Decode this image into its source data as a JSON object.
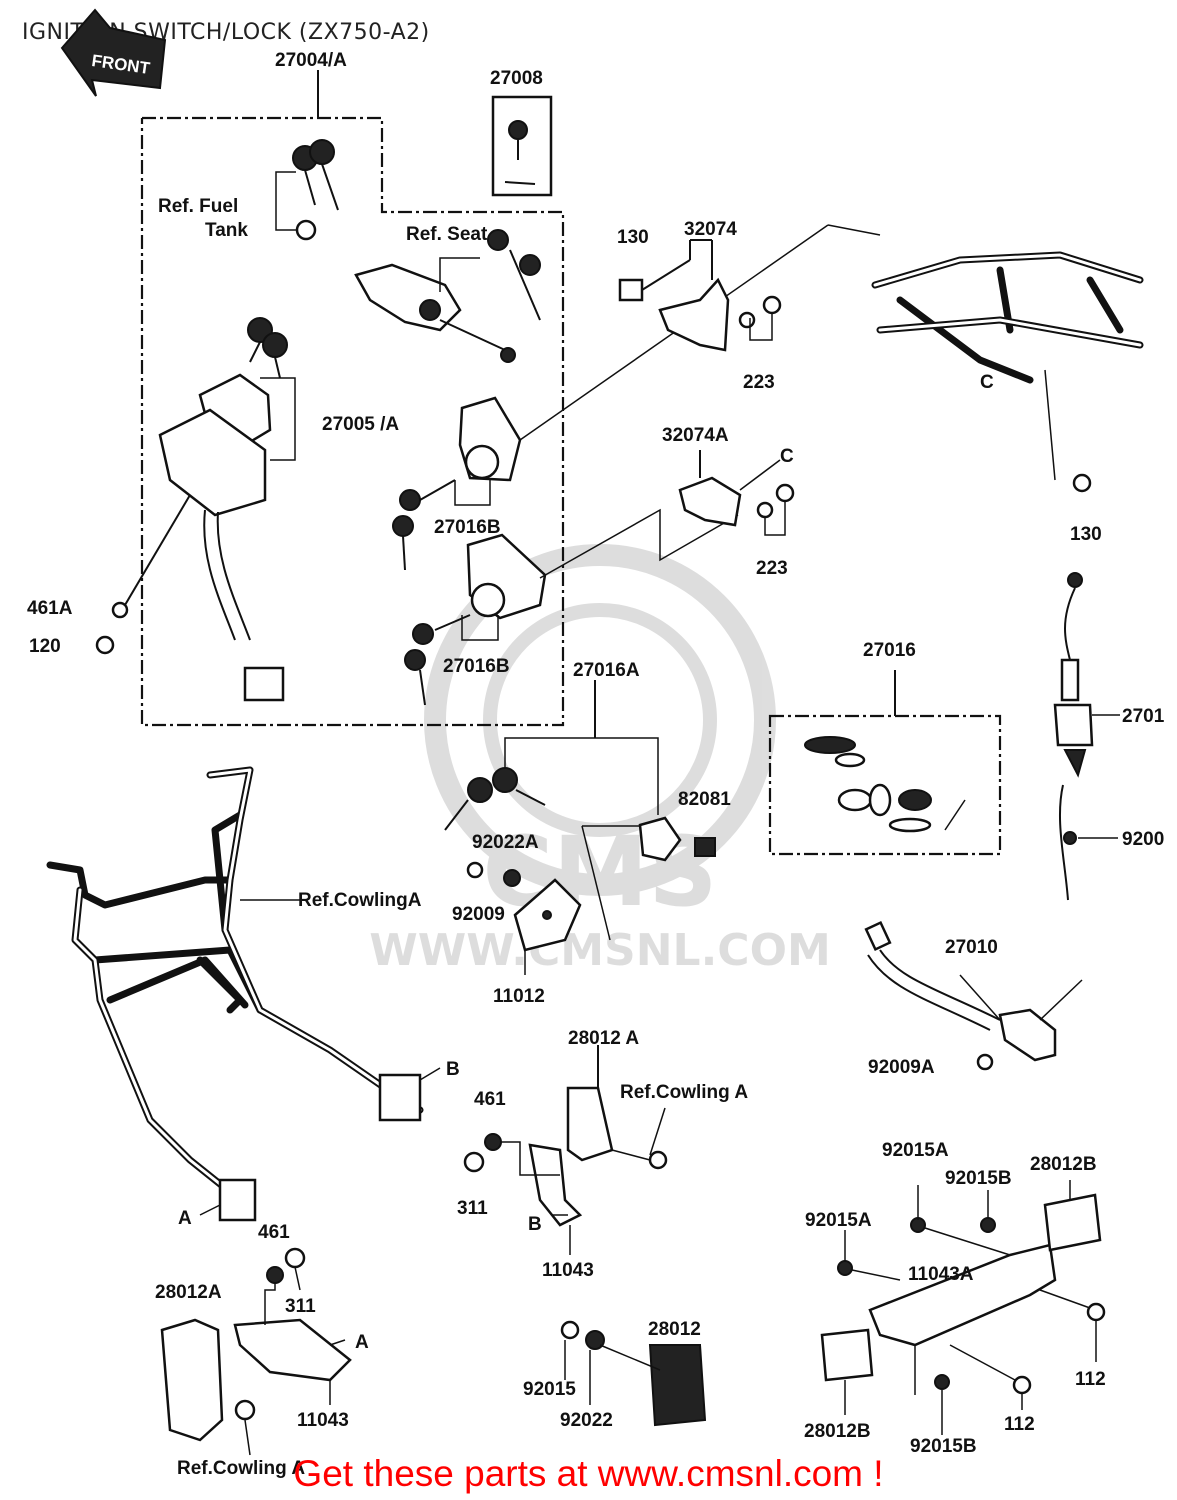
{
  "title": "IGNITION SWITCH/LOCK (ZX750-A2)",
  "front_badge": "FRONT",
  "watermark": {
    "brand": "CMS",
    "url": "WWW.CMSNL.COM"
  },
  "promo": "Get these parts at www.cmsnl.com !",
  "callouts": {
    "p27004A": "27004/A",
    "p27008": "27008",
    "ref_fuel_1": "Ref. Fuel",
    "ref_fuel_2": "Tank",
    "ref_seat": "Ref. Seat",
    "p130a": "130",
    "p32074": "32074",
    "p223a": "223",
    "p27005A": "27005 /A",
    "p32074A": "32074A",
    "refC_a": "C",
    "p27016B_a": "27016B",
    "p223b": "223",
    "refC_b": "C",
    "p130b": "130",
    "p461A": "461A",
    "p120": "120",
    "p27016B_b": "27016B",
    "p27016A": "27016A",
    "p27016": "27016",
    "p2701x": "2701",
    "p82081": "82081",
    "p92022A": "92022A",
    "p9200x": "9200",
    "ref_cowling_1": "Ref.CowlingA",
    "p92009": "92009",
    "p11012": "11012",
    "p27010": "27010",
    "p92009A": "92009A",
    "p28012A_top": "28012 A",
    "refB_a": "B",
    "p461_a": "461",
    "ref_cowling_2": "Ref.Cowling A",
    "p311_a": "311",
    "refB_b": "B",
    "p11043_a": "11043",
    "p92015A_a": "92015A",
    "p92015B_a": "92015B",
    "p28012B_a": "28012B",
    "refA_a": "A",
    "p461_b": "461",
    "p92015A_b": "92015A",
    "p11043A": "11043A",
    "p28012A_bot": "28012A",
    "p311_b": "311",
    "refA_b": "A",
    "p28012": "28012",
    "p92015": "92015",
    "p92022": "92022",
    "p11043_b": "11043",
    "p112_a": "112",
    "p28012B_b": "28012B",
    "p112_b": "112",
    "p92015B_b": "92015B",
    "ref_cowling_3": "Ref.Cowling A"
  }
}
